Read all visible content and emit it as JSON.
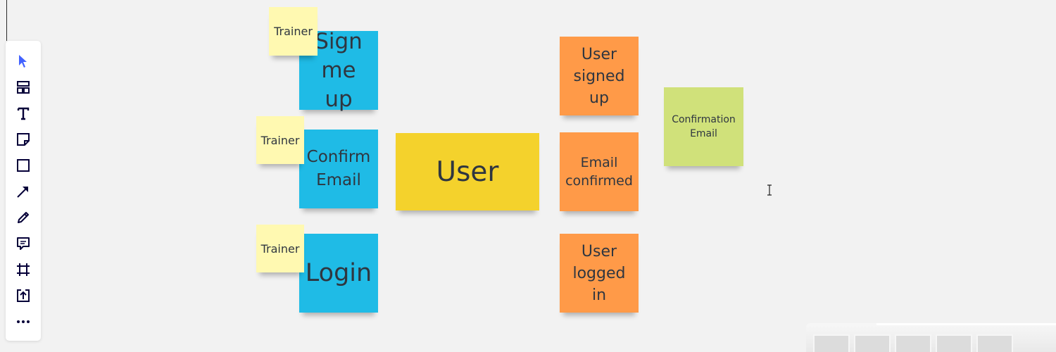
{
  "toolbar": {
    "tools": [
      {
        "name": "select",
        "icon": "cursor-arrow-icon",
        "active": true
      },
      {
        "name": "templates",
        "icon": "templates-icon"
      },
      {
        "name": "text",
        "icon": "text-icon"
      },
      {
        "name": "sticky-note",
        "icon": "sticky-note-icon"
      },
      {
        "name": "shape",
        "icon": "square-shape-icon"
      },
      {
        "name": "connection-line",
        "icon": "arrow-line-icon"
      },
      {
        "name": "pen",
        "icon": "pen-icon"
      },
      {
        "name": "comment",
        "icon": "comment-icon"
      },
      {
        "name": "frame",
        "icon": "frame-icon"
      },
      {
        "name": "upload",
        "icon": "upload-icon"
      },
      {
        "name": "more",
        "icon": "more-dots-icon"
      }
    ],
    "active_color": "#4262ff",
    "icon_color": "#050038"
  },
  "notes": {
    "trainer_1": "Trainer",
    "trainer_2": "Trainer",
    "trainer_3": "Trainer",
    "sign_me_up": "Sign me up",
    "confirm_email": "Confirm Email",
    "login": "Login",
    "user": "User",
    "user_signed_up": "User signed up",
    "email_confirmed": "Email confirmed",
    "user_logged_in": "User logged in",
    "confirmation_email": "Confirmation Email"
  },
  "colors": {
    "command_blue": "#1fbbe6",
    "actor_yellow": "#f4d22c",
    "event_orange": "#ff9a48",
    "policy_green": "#d0e17a",
    "persona_pale_yellow": "#fff9b1",
    "board_background": "#f2f2f2"
  }
}
